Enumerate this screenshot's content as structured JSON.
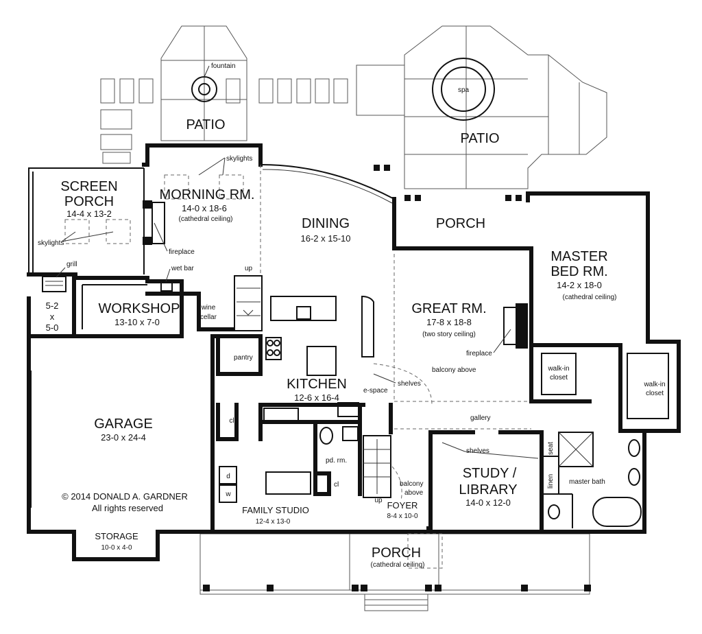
{
  "plan": {
    "rooms": {
      "patio_left": {
        "name": "PATIO"
      },
      "patio_right": {
        "name": "PATIO"
      },
      "screen_porch": {
        "name_1": "SCREEN",
        "name_2": "PORCH",
        "dims": "14-4 x 13-2"
      },
      "morning_rm": {
        "name": "MORNING RM.",
        "dims": "14-0 x 18-6",
        "note": "(cathedral ceiling)"
      },
      "dining": {
        "name": "DINING",
        "dims": "16-2 x 15-10"
      },
      "porch_rear": {
        "name": "PORCH"
      },
      "master_bed": {
        "name_1": "MASTER",
        "name_2": "BED RM.",
        "dims": "14-2 x 18-0",
        "note": "(cathedral ceiling)"
      },
      "workshop": {
        "name": "WORKSHOP",
        "dims": "13-10 x 7-0"
      },
      "great_rm": {
        "name": "GREAT RM.",
        "dims": "17-8 x 18-8",
        "note": "(two story ceiling)"
      },
      "kitchen": {
        "name": "KITCHEN",
        "dims": "12-6 x 16-4"
      },
      "garage": {
        "name": "GARAGE",
        "dims": "23-0 x 24-4"
      },
      "study": {
        "name_1": "STUDY /",
        "name_2": "LIBRARY",
        "dims": "14-0 x 12-0"
      },
      "family_studio": {
        "name": "FAMILY STUDIO",
        "dims": "12-4 x 13-0"
      },
      "foyer": {
        "name": "FOYER",
        "dims": "8-4 x 10-0"
      },
      "storage": {
        "name": "STORAGE",
        "dims": "10-0 x 4-0"
      },
      "porch_front": {
        "name": "PORCH",
        "note": "(cathedral ceiling)"
      },
      "small_space": {
        "line_1": "5-2",
        "line_2": "x",
        "line_3": "5-0"
      }
    },
    "labels": {
      "fountain": "fountain",
      "spa": "spa",
      "skylights_morning": "skylights",
      "skylights_screen": "skylights",
      "fireplace_morning": "fireplace",
      "grill": "grill",
      "wet_bar": "wet bar",
      "up_rear": "up",
      "wine_cellar_1": "wine",
      "wine_cellar_2": "cellar",
      "pantry": "pantry",
      "fireplace_great": "fireplace",
      "balcony_above_great": "balcony above",
      "shelves_kitchen": "shelves",
      "e_space": "e-space",
      "walk_in_1_a": "walk-in",
      "walk_in_1_b": "closet",
      "walk_in_2_a": "walk-in",
      "walk_in_2_b": "closet",
      "gallery": "gallery",
      "shelves_study": "shelves",
      "seat": "seat",
      "linen": "linen",
      "master_bath": "master bath",
      "cl_garage": "cl",
      "cl_pd": "cl",
      "pd_rm": "pd. rm.",
      "d": "d",
      "w": "w",
      "up_foyer": "up",
      "balcony_above_foyer_1": "balcony",
      "balcony_above_foyer_2": "above"
    },
    "copyright_1": "© 2014 DONALD A. GARDNER",
    "copyright_2": "All rights reserved"
  }
}
